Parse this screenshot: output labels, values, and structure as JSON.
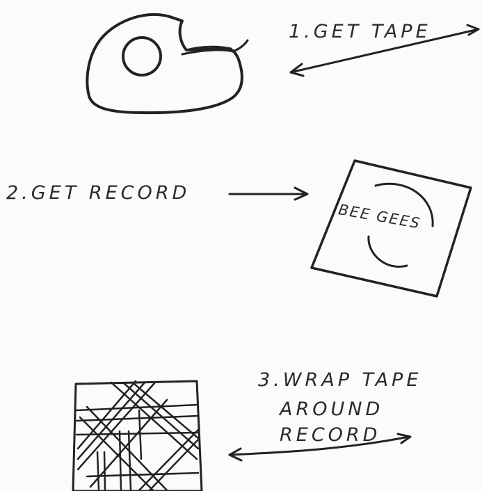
{
  "steps": [
    {
      "label": "1.GET TAPE",
      "icon": "tape-dispenser-icon"
    },
    {
      "label": "2.GET RECORD",
      "icon": "record-sleeve-icon"
    },
    {
      "label_lines": [
        "3.WRAP TAPE",
        "AROUND",
        "RECORD"
      ],
      "icon": "taped-record-icon"
    }
  ],
  "record": {
    "text": "BEE GEES"
  },
  "colors": {
    "ink": "#222222",
    "paper": "#fbfbf9"
  }
}
